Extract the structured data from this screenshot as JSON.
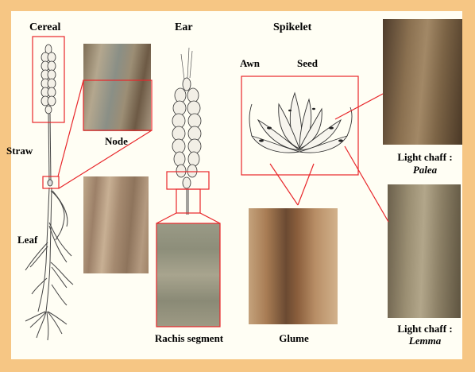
{
  "titles": {
    "cereal": "Cereal",
    "ear": "Ear",
    "spikelet": "Spikelet"
  },
  "labels": {
    "node": "Node",
    "straw": "Straw",
    "leaf": "Leaf",
    "awn": "Awn",
    "seed": "Seed",
    "rachis": "Rachis segment",
    "glume": "Glume",
    "palea_line1": "Light chaff :",
    "palea_line2": "Palea",
    "lemma_line1": "Light chaff :",
    "lemma_line2": "Lemma"
  },
  "colors": {
    "frame": "#f6c684",
    "panel": "#fffef4",
    "highlight": "#e8262a",
    "photo_tone": "#a08c72"
  }
}
